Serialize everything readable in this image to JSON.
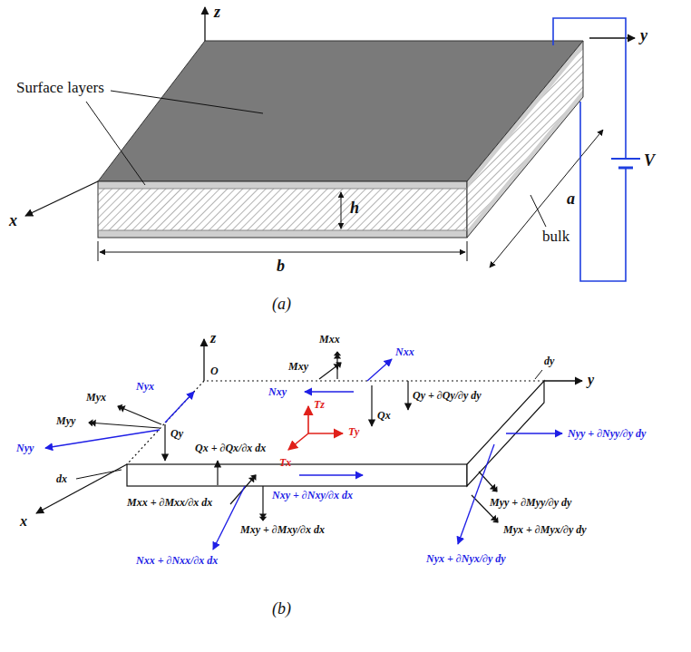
{
  "diagram": {
    "labels": [
      "z",
      "y",
      "x",
      "Surface layers",
      "V",
      "bulk",
      "h",
      "a",
      "b",
      "(a)",
      "z",
      "Mxx",
      "Nxx",
      "Mxy",
      "Nxy",
      "Qy + ∂Qy/∂y dy",
      "dy",
      "y",
      "O",
      "Qx",
      "Tz",
      "Ty",
      "Tx",
      "Myx",
      "Nyx",
      "Myy",
      "Nyy",
      "Qy",
      "dx",
      "Qx + ∂Qx/∂x dx",
      "Mxx + ∂Mxx/∂x dx",
      "Nxy + ∂Nxy/∂x dx",
      "Myy + ∂Myy/∂y dy",
      "Nyy + ∂Nyy/∂y dy",
      "Myx + ∂Myx/∂y dy",
      "x",
      "Mxy + ∂Mxy/∂x dx",
      "Nyx + ∂Nyx/∂y dy",
      "Nxx + ∂Nxx/∂x dx",
      "(b)"
    ]
  }
}
